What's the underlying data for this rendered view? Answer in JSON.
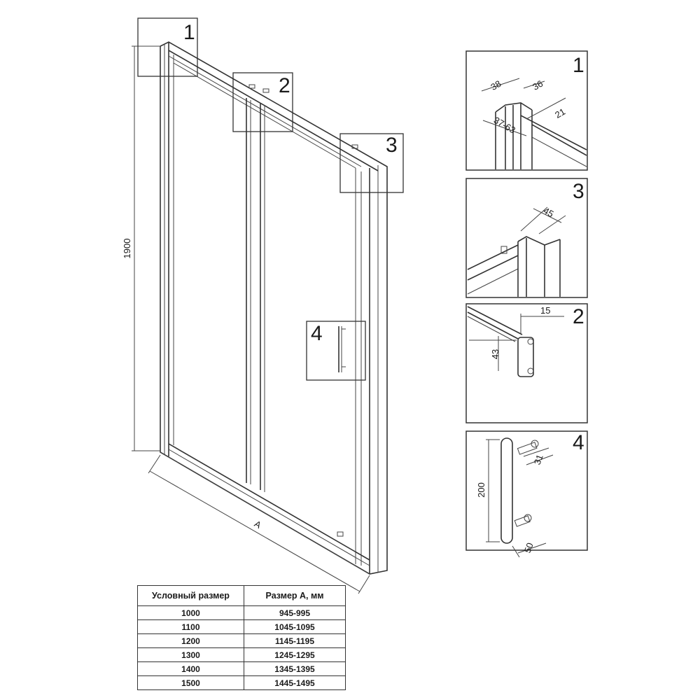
{
  "main_view": {
    "height_label": "1900",
    "width_label": "A",
    "callouts": [
      "1",
      "2",
      "3",
      "4"
    ]
  },
  "details": [
    {
      "id": "1",
      "dimensions": [
        "38",
        "36",
        "21",
        "37-63"
      ]
    },
    {
      "id": "3",
      "dimensions": [
        "45"
      ]
    },
    {
      "id": "2",
      "dimensions": [
        "15",
        "43"
      ]
    },
    {
      "id": "4",
      "dimensions": [
        "200",
        "31",
        "50"
      ]
    }
  ],
  "size_table": {
    "headers": [
      "Условный размер",
      "Размер А, мм"
    ],
    "rows": [
      [
        "1000",
        "945-995"
      ],
      [
        "1100",
        "1045-1095"
      ],
      [
        "1200",
        "1145-1195"
      ],
      [
        "1300",
        "1245-1295"
      ],
      [
        "1400",
        "1345-1395"
      ],
      [
        "1500",
        "1445-1495"
      ]
    ]
  }
}
